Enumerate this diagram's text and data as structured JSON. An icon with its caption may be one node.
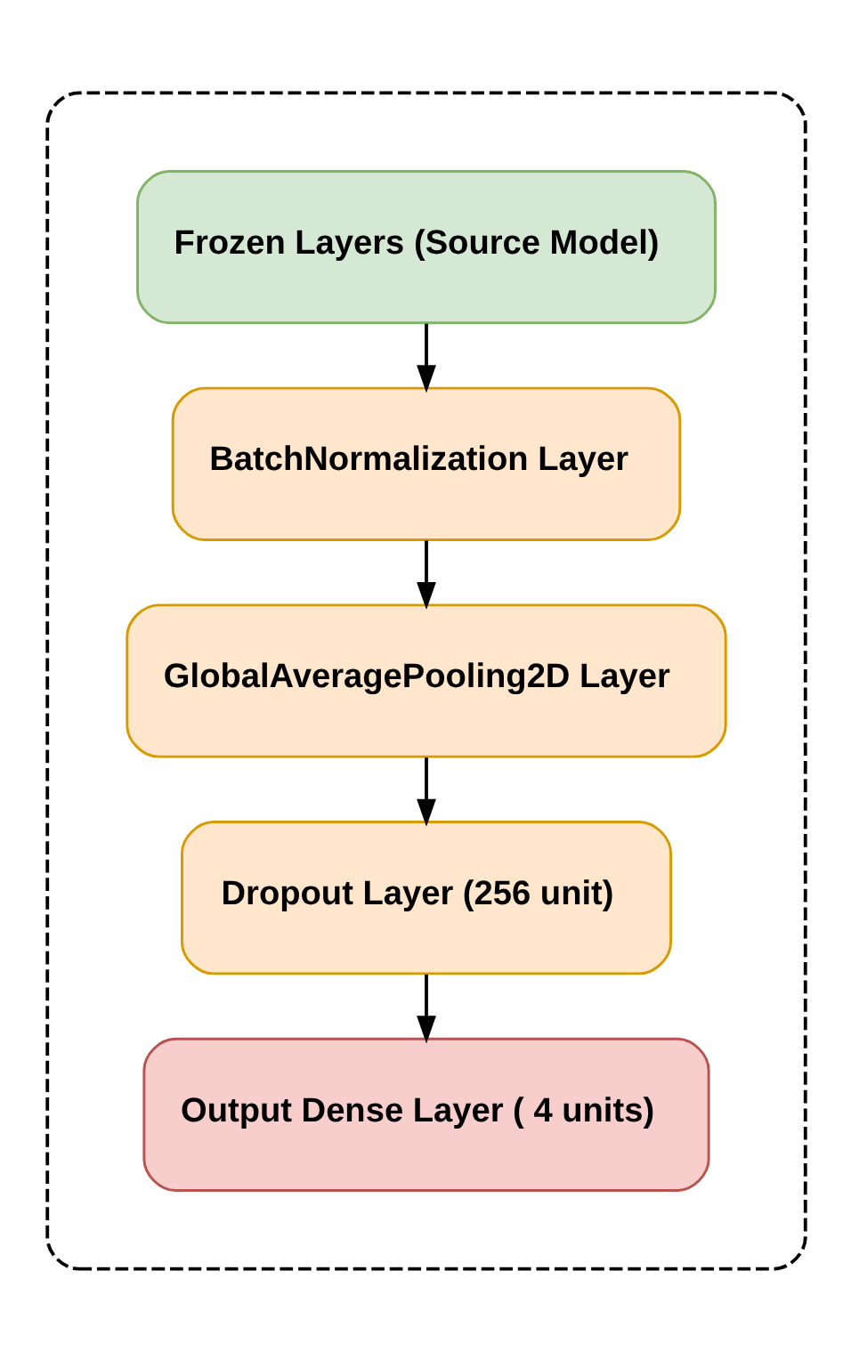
{
  "diagram": {
    "nodes": [
      {
        "text": [],
        "shape": "box"
      },
      {
        "text": [
          "Frozen Layers (Source Model)"
        ],
        "in": 0
      },
      {
        "text": [
          "BatchNormalization Layer"
        ],
        "in": 0
      },
      {
        "text": [
          "GlobalAveragePooling2D Layer"
        ],
        "in": 0
      },
      {
        "text": [
          "Dropout Layer (256 unit)"
        ],
        "in": 0
      },
      {
        "text": [
          "Output Dense Layer ( 4 units)"
        ],
        "in": 0
      }
    ],
    "edges": [
      {
        "from": 1,
        "to": 2,
        "arrow": "to"
      },
      {
        "from": 2,
        "to": 3,
        "arrow": "to"
      },
      {
        "from": 3,
        "to": 4,
        "arrow": "to"
      },
      {
        "from": 4,
        "to": 5,
        "arrow": "to"
      }
    ]
  }
}
